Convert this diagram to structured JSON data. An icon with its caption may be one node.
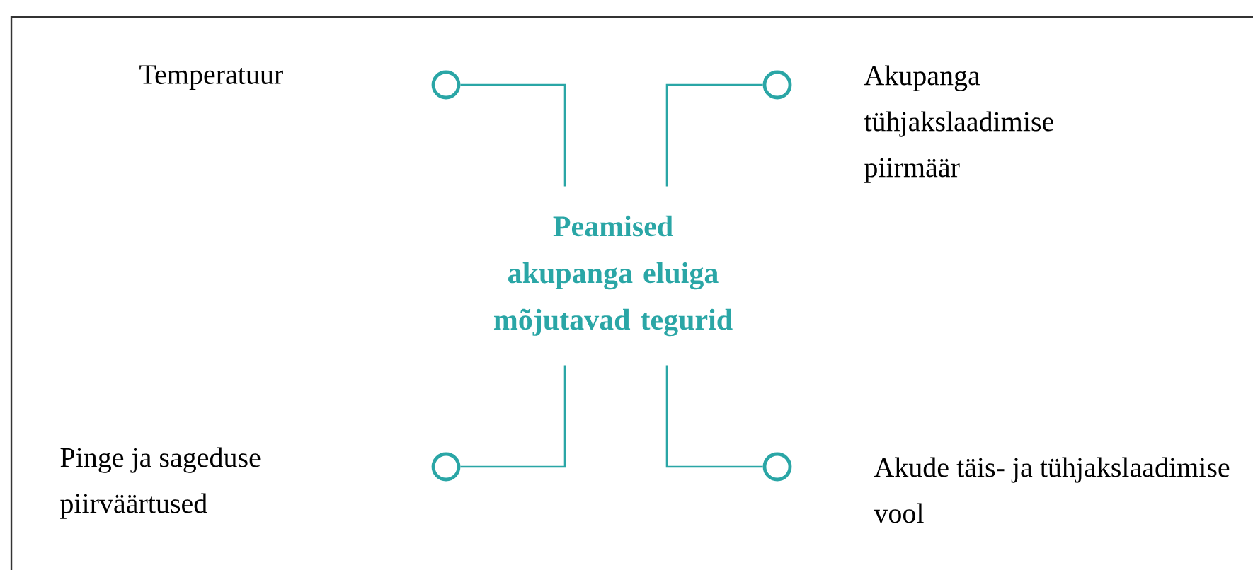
{
  "diagram": {
    "nodes": [
      {
        "text": [
          "Peamised akupanga eluiga mõjutavad tegurid"
        ]
      },
      {
        "text": [],
        "shape": "circle"
      },
      {
        "text": [],
        "shape": "circle"
      },
      {
        "text": [],
        "shape": "circle"
      },
      {
        "text": [],
        "shape": "circle"
      }
    ],
    "edges": [
      {
        "from": 0,
        "to": 1,
        "arrow": "none"
      },
      {
        "from": 0,
        "to": 2,
        "arrow": "none"
      },
      {
        "from": 0,
        "to": 3,
        "arrow": "none"
      },
      {
        "from": 0,
        "to": 4,
        "arrow": "none"
      }
    ],
    "labels": [
      "Temperatuur",
      "Akupanga tühjakslaadimise piirmäär",
      "Pinge ja sageduse piirväärtused",
      "Akude täis- ja tühjakslaadimise vool"
    ]
  }
}
